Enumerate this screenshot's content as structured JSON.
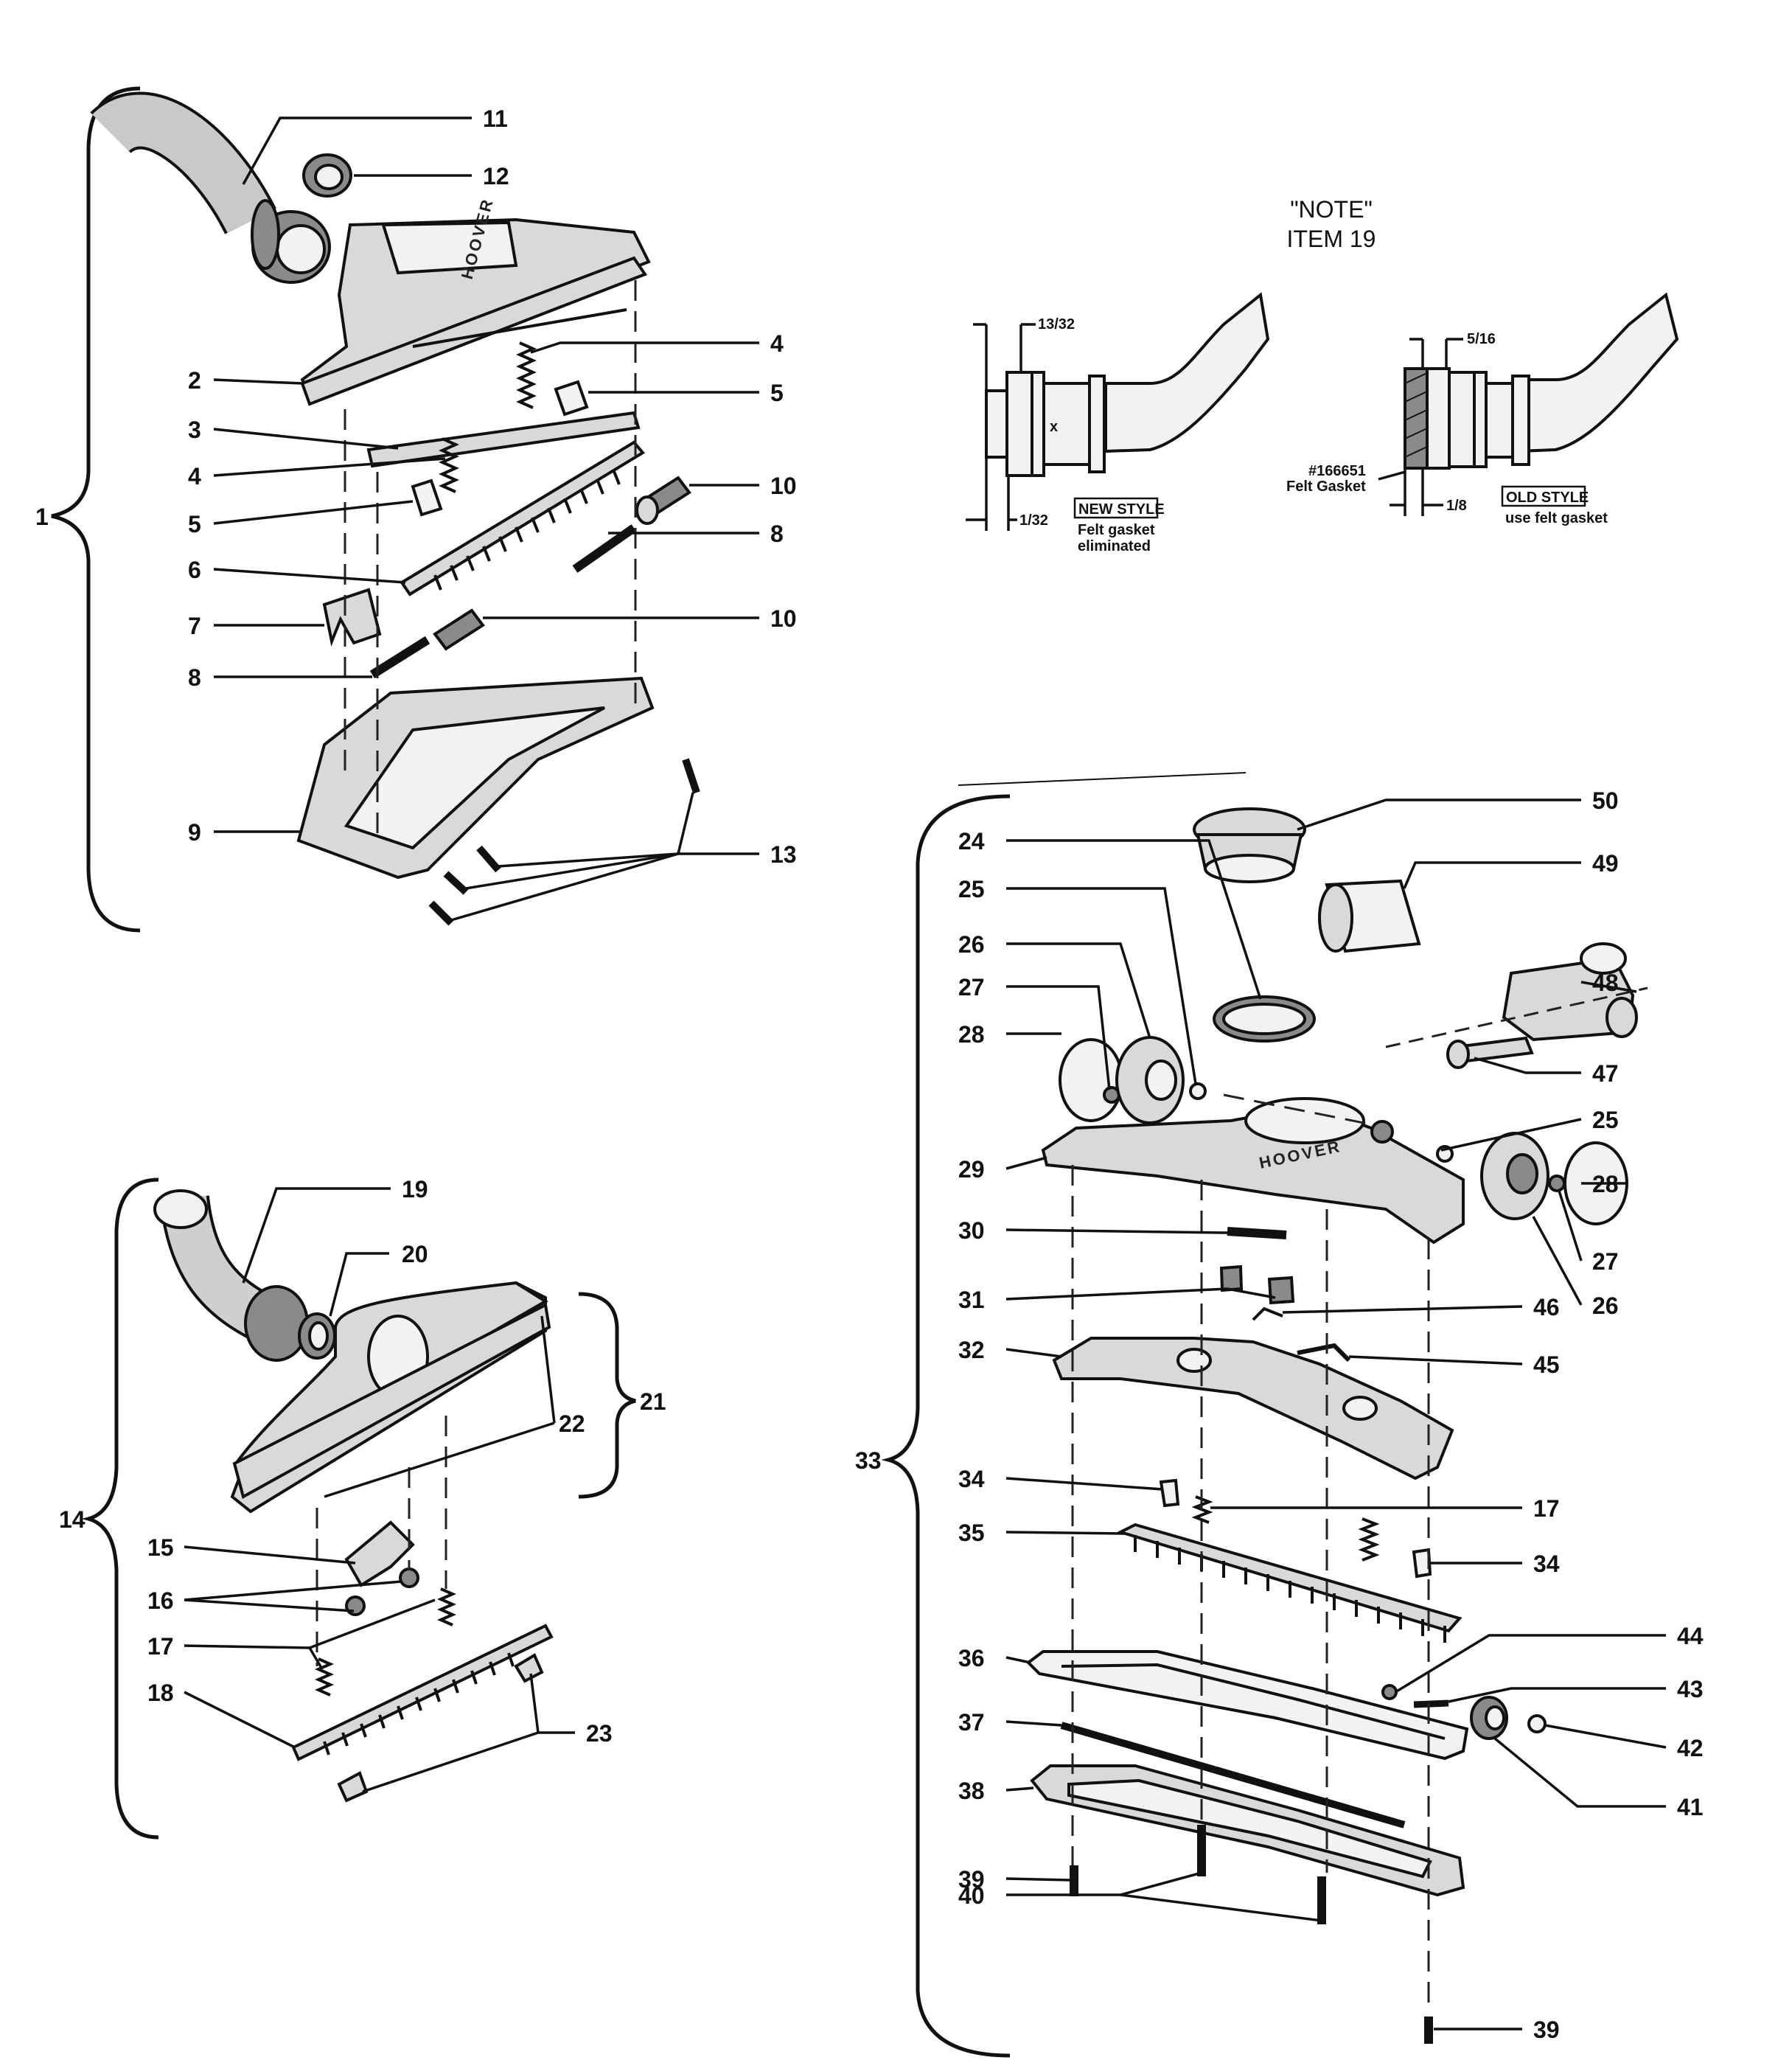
{
  "note": {
    "title": "\"NOTE\"",
    "item": "ITEM 19",
    "new_style": {
      "dim_top": "13/32",
      "dim_bottom": "1/32",
      "mark": "x",
      "badge": "NEW STYLE",
      "caption_1": "Felt gasket",
      "caption_2": "eliminated"
    },
    "old_style": {
      "dim_top": "5/16",
      "dim_bottom": "1/8",
      "part_no": "#166651",
      "part_name": "Felt Gasket",
      "badge": "OLD STYLE",
      "caption": "use felt gasket"
    }
  },
  "brand_text": "HOOVER",
  "callouts": {
    "a11": "11",
    "a12": "12",
    "a2": "2",
    "a4r": "4",
    "a5r": "5",
    "a3": "3",
    "a4l": "4",
    "a5l": "5",
    "a10r": "10",
    "a8r": "8",
    "a6": "6",
    "a7": "7",
    "a10b": "10",
    "a8l": "8",
    "a9": "9",
    "a13": "13",
    "a1": "1",
    "b19": "19",
    "b20": "20",
    "b21": "21",
    "b22": "22",
    "b14": "14",
    "b15": "15",
    "b16": "16",
    "b17": "17",
    "b18": "18",
    "b23": "23",
    "c50": "50",
    "c24": "24",
    "c49": "49",
    "c25l": "25",
    "c26l": "26",
    "c48": "48",
    "c27l": "27",
    "c28l": "28",
    "c47": "47",
    "c25r": "25",
    "c29": "29",
    "c28r": "28",
    "c30": "30",
    "c27r": "27",
    "c26r": "26",
    "c31": "31",
    "c46": "46",
    "c32": "32",
    "c45": "45",
    "c33": "33",
    "c34l": "34",
    "c17": "17",
    "c35": "35",
    "c34r": "34",
    "c44": "44",
    "c36": "36",
    "c43": "43",
    "c37": "37",
    "c42": "42",
    "c38": "38",
    "c41": "41",
    "c39l": "39",
    "c40": "40",
    "c39r": "39"
  }
}
